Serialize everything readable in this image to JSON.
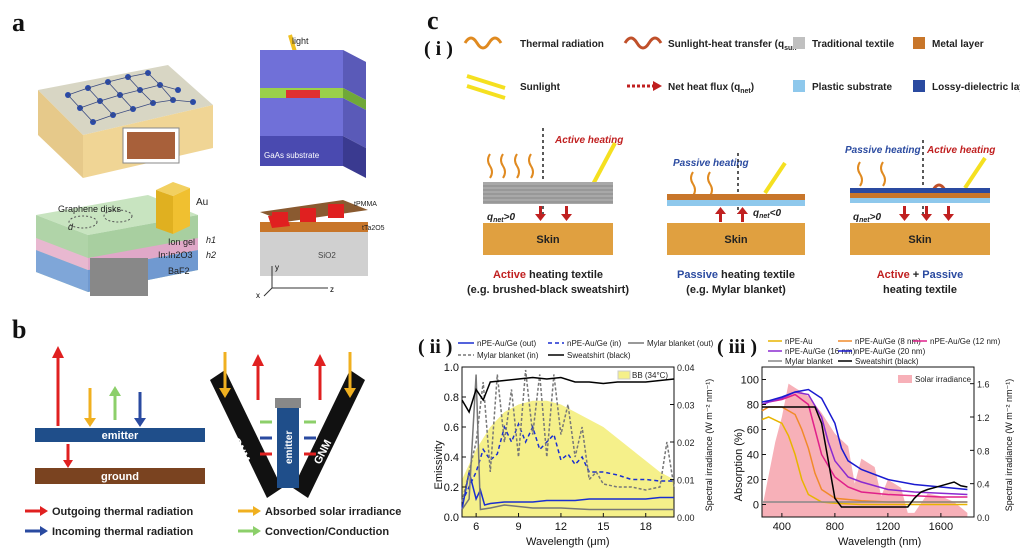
{
  "panel_labels": {
    "a": "a",
    "b": "b",
    "c": "c",
    "ci": "( i )",
    "cii": "( ii )",
    "ciii": "( iii )"
  },
  "panel_a": {
    "light": "light",
    "gaas": "GaAs substrate",
    "graphene_disks": "Graphene disks",
    "au": "Au",
    "ion_gel": "Ion gel",
    "inino": "In:In2O3",
    "baf2": "BaF2",
    "d": "d",
    "h1": "h1",
    "h2": "h2",
    "tpmma": "tPMMA",
    "tta2o5": "tTa2O5",
    "sio2": "SiO2",
    "y": "y",
    "x": "x",
    "z": "z"
  },
  "panel_b": {
    "emitter": "emitter",
    "ground": "ground",
    "gnm": "GNM",
    "legend": [
      {
        "label": "Outgoing thermal radiation",
        "color": "#e02020"
      },
      {
        "label": "Absorbed solar irradiance",
        "color": "#f0b020"
      },
      {
        "label": "Incoming thermal radiation",
        "color": "#2a4aa0"
      },
      {
        "label": "Convection/Conduction",
        "color": "#8ccf6a"
      }
    ]
  },
  "panel_ci": {
    "legend": {
      "thermal": "Thermal radiation",
      "sunlight_heat": "Sunlight-heat transfer (q",
      "sunlight_heat_sub": "sun",
      "sunlight": "Sunlight",
      "net_flux": "Net heat flux (q",
      "net_flux_sub": "net",
      "traditional": "Traditional textile",
      "metal": "Metal layer",
      "plastic": "Plastic substrate",
      "lossy": "Lossy-dielectric layer"
    },
    "skin": "Skin",
    "active_heating": "Active heating",
    "passive_heating": "Passive heating",
    "q_pos": "q",
    "q_pos_rel": ">0",
    "q_neg_rel": "<0",
    "q_sub": "net",
    "captions": [
      {
        "hl": "Active",
        "rest": " heating textile",
        "sub": "(e.g. brushed-black sweatshirt)"
      },
      {
        "hl": "Passive",
        "rest": " heating textile",
        "sub": "(e.g. Mylar blanket)"
      },
      {
        "hl1": "Active",
        "plus": " + ",
        "hl2": "Passive",
        "rest": "heating textile"
      }
    ]
  },
  "chart_data": [
    {
      "type": "line",
      "xlabel": "Wavelength (μm)",
      "ylabel": "Emissivity",
      "ylabel_right": "Spectral irradiance (W m⁻² nm⁻¹)",
      "xlim": [
        5,
        20
      ],
      "ylim": [
        0,
        1.0
      ],
      "ylim_right": [
        0,
        0.04
      ],
      "x_ticks": [
        6,
        9,
        12,
        15,
        18
      ],
      "y_ticks": [
        0.0,
        0.2,
        0.4,
        0.6,
        0.8,
        1.0
      ],
      "y_right_ticks": [
        0.0,
        0.01,
        0.02,
        0.03,
        0.04
      ],
      "series": [
        {
          "name": "nPE-Au/Ge (out)",
          "color": "#1a2fd0",
          "dash": "",
          "x": [
            5,
            5.5,
            6,
            6.3,
            6.6,
            7,
            8,
            9,
            10,
            11,
            12,
            13,
            14,
            15,
            16,
            17,
            18,
            19,
            20
          ],
          "y": [
            0.05,
            0.3,
            0.12,
            0.18,
            0.08,
            0.09,
            0.1,
            0.1,
            0.1,
            0.11,
            0.11,
            0.11,
            0.12,
            0.12,
            0.12,
            0.12,
            0.12,
            0.13,
            0.13
          ]
        },
        {
          "name": "nPE-Au/Ge (in)",
          "color": "#1a2fd0",
          "dash": "4,3",
          "x": [
            5,
            6,
            6.5,
            7,
            7.5,
            8,
            8.5,
            9,
            9.5,
            10,
            10.5,
            11,
            11.5,
            12,
            12.5,
            13,
            13.5,
            14,
            15,
            16,
            17,
            18,
            19,
            20
          ],
          "y": [
            0.1,
            0.3,
            0.45,
            0.38,
            0.42,
            0.6,
            0.5,
            0.62,
            0.5,
            0.6,
            0.45,
            0.5,
            0.55,
            0.38,
            0.42,
            0.35,
            0.4,
            0.3,
            0.3,
            0.28,
            0.25,
            0.25,
            0.24,
            0.24
          ]
        },
        {
          "name": "Mylar blanket (out)",
          "color": "#777777",
          "dash": "",
          "x": [
            5,
            5.5,
            6,
            6.3,
            7,
            8,
            10,
            12,
            14,
            16,
            18,
            20
          ],
          "y": [
            0.05,
            0.12,
            0.95,
            0.05,
            0.06,
            0.08,
            0.06,
            0.06,
            0.05,
            0.05,
            0.05,
            0.05
          ]
        },
        {
          "name": "Mylar blanket (in)",
          "color": "#777777",
          "dash": "3,2",
          "x": [
            5,
            6,
            6.5,
            7,
            7.5,
            8,
            8.5,
            9,
            9.5,
            10,
            10.5,
            11,
            11.5,
            12,
            12.5,
            13,
            13.5,
            14,
            14.5,
            15,
            16,
            17,
            18,
            19,
            19.5,
            20
          ],
          "y": [
            0.1,
            0.5,
            0.9,
            0.3,
            0.95,
            0.5,
            0.85,
            0.4,
            0.98,
            0.55,
            0.95,
            0.4,
            0.95,
            0.55,
            0.75,
            0.4,
            0.6,
            0.25,
            0.3,
            0.22,
            0.2,
            0.2,
            0.18,
            0.2,
            0.5,
            0.2
          ]
        },
        {
          "name": "Sweatshirt (black)",
          "color": "#000000",
          "dash": "",
          "x": [
            5,
            5.5,
            6,
            6.5,
            7,
            8,
            9,
            10,
            11,
            12,
            13,
            14,
            15,
            16,
            17,
            18,
            19,
            20
          ],
          "y": [
            0.78,
            0.7,
            0.85,
            0.78,
            0.9,
            0.91,
            0.92,
            0.93,
            0.92,
            0.93,
            0.9,
            0.9,
            0.89,
            0.9,
            0.9,
            0.9,
            0.91,
            0.92
          ]
        }
      ],
      "fill": {
        "name": "BB (34°C)",
        "color": "#f5f08a",
        "x": [
          5,
          6,
          7,
          8,
          9,
          10,
          11,
          12,
          13,
          14,
          15,
          16,
          17,
          18,
          19,
          20
        ],
        "y": [
          0.01,
          0.018,
          0.024,
          0.028,
          0.03,
          0.031,
          0.031,
          0.03,
          0.028,
          0.026,
          0.024,
          0.021,
          0.018,
          0.015,
          0.012,
          0.01
        ]
      }
    },
    {
      "type": "line",
      "xlabel": "Wavelength (nm)",
      "ylabel": "Absorption (%)",
      "ylabel_right": "Spectral irradiance (W m⁻² nm⁻¹)",
      "xlim": [
        250,
        1850
      ],
      "ylim": [
        -10,
        110
      ],
      "ylim_right": [
        0,
        1.8
      ],
      "x_ticks": [
        400,
        800,
        1200,
        1600
      ],
      "y_ticks": [
        0,
        20,
        40,
        60,
        80,
        100
      ],
      "y_right_ticks": [
        0.0,
        0.4,
        0.8,
        1.2,
        1.6
      ],
      "series": [
        {
          "name": "nPE-Au",
          "color": "#e8b400",
          "x": [
            250,
            300,
            400,
            450,
            500,
            550,
            600,
            700,
            800,
            1000,
            1200,
            1400,
            1600,
            1800
          ],
          "y": [
            68,
            70,
            65,
            55,
            40,
            20,
            8,
            2,
            1,
            0,
            0,
            0,
            0,
            0
          ]
        },
        {
          "name": "nPE-Au/Ge (8 nm)",
          "color": "#f08a2a",
          "x": [
            250,
            300,
            400,
            500,
            550,
            600,
            650,
            700,
            800,
            1000,
            1200,
            1400,
            1600,
            1800
          ],
          "y": [
            75,
            78,
            78,
            72,
            60,
            45,
            25,
            12,
            5,
            3,
            2,
            2,
            2,
            2
          ]
        },
        {
          "name": "nPE-Au/Ge (12 nm)",
          "color": "#e0208a",
          "x": [
            250,
            300,
            400,
            500,
            600,
            650,
            700,
            800,
            900,
            1000,
            1200,
            1400,
            1600,
            1800
          ],
          "y": [
            80,
            82,
            84,
            88,
            80,
            60,
            40,
            22,
            14,
            10,
            8,
            7,
            6,
            6
          ]
        },
        {
          "name": "nPE-Au/Ge (16 nm)",
          "color": "#8a2ad0",
          "x": [
            250,
            300,
            400,
            500,
            600,
            700,
            750,
            800,
            900,
            1000,
            1200,
            1400,
            1600,
            1800
          ],
          "y": [
            80,
            82,
            85,
            90,
            88,
            70,
            50,
            35,
            22,
            18,
            12,
            10,
            9,
            8
          ]
        },
        {
          "name": "nPE-Au/Ge (20 nm)",
          "color": "#1a1ad0",
          "x": [
            250,
            300,
            400,
            500,
            600,
            700,
            800,
            850,
            900,
            1000,
            1200,
            1400,
            1600,
            1800
          ],
          "y": [
            82,
            83,
            86,
            90,
            92,
            85,
            65,
            45,
            35,
            28,
            20,
            16,
            14,
            12
          ]
        },
        {
          "name": "Mylar blanket",
          "color": "#888888",
          "x": [
            250,
            400,
            600,
            800,
            1000,
            1200,
            1400,
            1600,
            1800
          ],
          "y": [
            2,
            2,
            2,
            2,
            2,
            2,
            2,
            2,
            2
          ]
        },
        {
          "name": "Sweatshirt (black)",
          "color": "#000000",
          "x": [
            250,
            300,
            500,
            650,
            700,
            750,
            800,
            850,
            1000,
            1200,
            1350,
            1400,
            1450,
            1500,
            1600,
            1700,
            1750,
            1800
          ],
          "y": [
            78,
            78,
            78,
            78,
            65,
            35,
            5,
            -2,
            -2,
            -2,
            -2,
            5,
            10,
            12,
            15,
            18,
            15,
            14
          ]
        }
      ],
      "fill": {
        "name": "Solar irradiance",
        "color": "#f7b0b8",
        "x": [
          250,
          300,
          350,
          400,
          450,
          500,
          550,
          600,
          700,
          800,
          900,
          950,
          1000,
          1100,
          1150,
          1200,
          1300,
          1350,
          1400,
          1500,
          1600,
          1700,
          1800
        ],
        "y": [
          0.1,
          0.5,
          0.9,
          1.2,
          1.6,
          1.55,
          1.5,
          1.45,
          1.25,
          1.0,
          0.85,
          0.4,
          0.7,
          0.6,
          0.25,
          0.45,
          0.35,
          0.05,
          0.05,
          0.28,
          0.25,
          0.18,
          0.05
        ]
      }
    }
  ],
  "legend_ii": [
    {
      "label": "nPE-Au/Ge (out)",
      "color": "#1a2fd0",
      "dash": ""
    },
    {
      "label": "nPE-Au/Ge (in)",
      "color": "#1a2fd0",
      "dash": "4,3"
    },
    {
      "label": "Mylar blanket (out)",
      "color": "#777",
      "dash": ""
    },
    {
      "label": "Mylar blanket (in)",
      "color": "#777",
      "dash": "3,2"
    },
    {
      "label": "Sweatshirt (black)",
      "color": "#000",
      "dash": ""
    }
  ],
  "bb_label": "BB (34°C)",
  "legend_iii": [
    {
      "label": "nPE-Au",
      "color": "#e8b400"
    },
    {
      "label": "nPE-Au/Ge (8 nm)",
      "color": "#f08a2a"
    },
    {
      "label": "nPE-Au/Ge (12 nm)",
      "color": "#e0208a"
    },
    {
      "label": "nPE-Au/Ge (16 nm)",
      "color": "#8a2ad0"
    },
    {
      "label": "nPE-Au/Ge (20 nm)",
      "color": "#1a1ad0"
    },
    {
      "label": "Mylar blanket",
      "color": "#888"
    },
    {
      "label": "Sweatshirt (black)",
      "color": "#000"
    }
  ],
  "solar_label": "Solar irradiance"
}
